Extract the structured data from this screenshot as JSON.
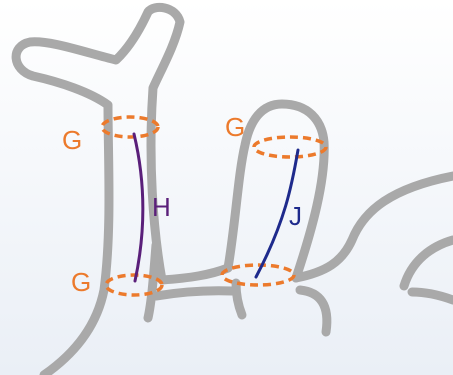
{
  "labels": {
    "g_upper_left": "G",
    "g_lower_left": "G",
    "g_upper_right": "G",
    "h": "H",
    "j": "J"
  },
  "colors": {
    "background_top": "#ffffff",
    "background_bottom": "#eaeff6",
    "vessel_outline": "#a9a9a9",
    "cuff_orange": "#ec7a2c",
    "h_line_purple": "#5a1f7a",
    "j_line_blue": "#1e2a8c"
  }
}
